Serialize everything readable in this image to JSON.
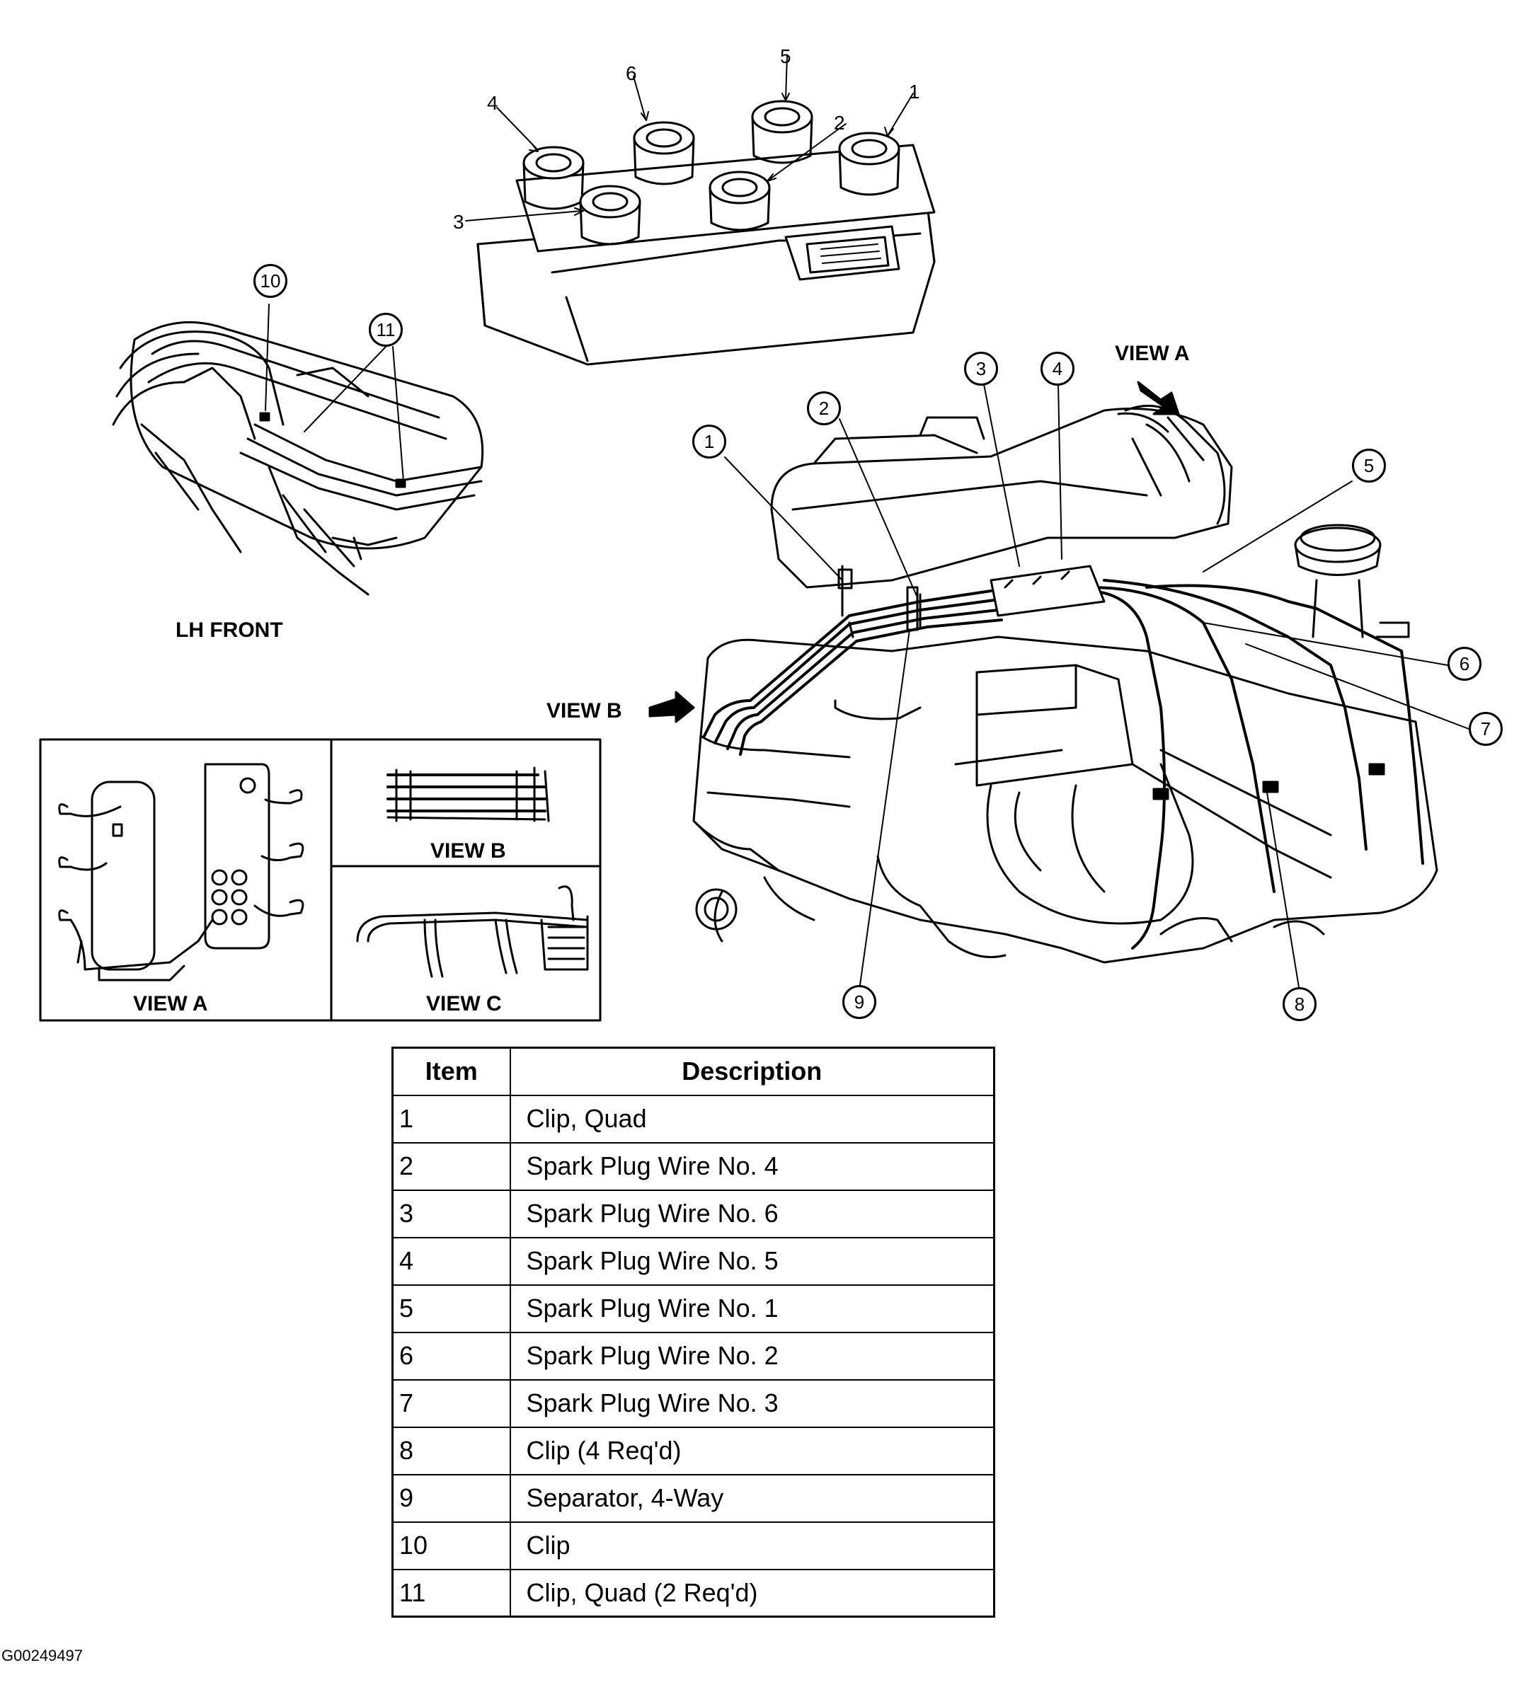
{
  "coil_pack_numbers": [
    "1",
    "2",
    "3",
    "4",
    "5",
    "6"
  ],
  "lh_front_callouts": [
    "10",
    "11"
  ],
  "engine_callouts": [
    "1",
    "2",
    "3",
    "4",
    "5",
    "6",
    "7",
    "8",
    "9"
  ],
  "labels": {
    "lh_front": "LH FRONT",
    "view_a_arrow": "VIEW A",
    "view_b_arrow": "VIEW B",
    "view_a": "VIEW A",
    "view_b": "VIEW B",
    "view_c": "VIEW C"
  },
  "legend": {
    "headers": [
      "Item",
      "Description"
    ],
    "rows": [
      {
        "item": "1",
        "desc": "Clip, Quad"
      },
      {
        "item": "2",
        "desc": "Spark Plug Wire No. 4"
      },
      {
        "item": "3",
        "desc": "Spark Plug Wire No. 6"
      },
      {
        "item": "4",
        "desc": "Spark Plug Wire No. 5"
      },
      {
        "item": "5",
        "desc": "Spark Plug Wire No. 1"
      },
      {
        "item": "6",
        "desc": "Spark Plug Wire No. 2"
      },
      {
        "item": "7",
        "desc": "Spark Plug Wire No. 3"
      },
      {
        "item": "8",
        "desc": "Clip (4 Req'd)"
      },
      {
        "item": "9",
        "desc": "Separator, 4-Way"
      },
      {
        "item": "10",
        "desc": "Clip"
      },
      {
        "item": "11",
        "desc": "Clip, Quad (2 Req'd)"
      }
    ]
  },
  "figure_id": "G00249497"
}
